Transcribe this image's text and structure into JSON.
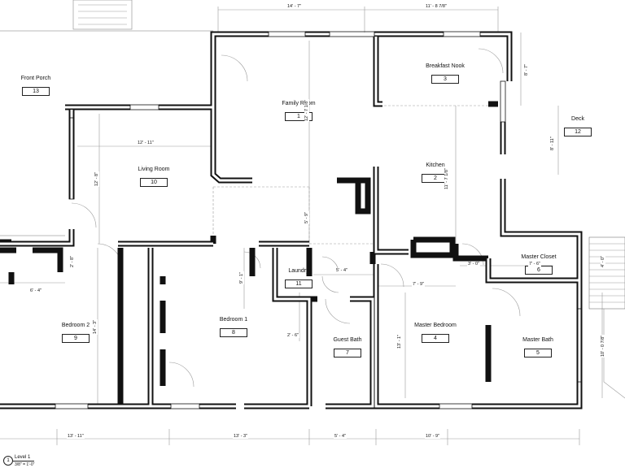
{
  "rooms": {
    "front_porch": {
      "name": "Front Porch",
      "number": "13"
    },
    "family_room": {
      "name": "Family Room",
      "number": "1"
    },
    "breakfast_nook": {
      "name": "Breakfast Nook",
      "number": "3"
    },
    "deck": {
      "name": "Deck",
      "number": "12"
    },
    "living_room": {
      "name": "Living Room",
      "number": "10"
    },
    "kitchen": {
      "name": "Kitchen",
      "number": "2"
    },
    "master_closet": {
      "name": "Master Closet",
      "number": "6"
    },
    "laundry": {
      "name": "Laundry",
      "number": "11"
    },
    "bedroom_2": {
      "name": "Bedroom 2",
      "number": "9"
    },
    "bedroom_1": {
      "name": "Bedroom 1",
      "number": "8"
    },
    "guest_bath": {
      "name": "Guest Bath",
      "number": "7"
    },
    "master_bedroom": {
      "name": "Master Bedroom",
      "number": "4"
    },
    "master_bath": {
      "name": "Master Bath",
      "number": "5"
    }
  },
  "dimensions": {
    "top_family": "14' - 7\"",
    "top_breakfast": "11' - 8 7/8\"",
    "living_width": "12' - 11\"",
    "living_height": "12' - 8\"",
    "breakfast_height": "8' - 7\"",
    "deck_height": "8' - 11\"",
    "family_height": "12' - 7 1/8\"",
    "kitchen_height": "11' - 7 1/8\"",
    "hall_height": "5' - 9\"",
    "bedroom2_closet_width": "6' - 4\"",
    "bedroom2_small": "2' - 8\"",
    "bedroom2_height": "14' - 3\"",
    "bedroom1_top": "9' - 1\"",
    "laundry_door": "2' - 6\"",
    "laundry_width": "5' - 4\"",
    "master_corridor": "7' - 9\"",
    "master_closet_a": "3' - 0\"",
    "master_closet_b": "7' - 6\"",
    "master_bedroom_height": "13' - 1\"",
    "master_bath_height": "10' - 0 7/8\"",
    "bottom_bedroom2": "13' - 11\"",
    "bottom_bedroom1": "13' - 3\"",
    "bottom_guest": "5' - 4\"",
    "bottom_master": "10' - 9\"",
    "stair_dim": "4' - 0\""
  },
  "view": {
    "number": "1",
    "title": "Level 1",
    "scale": "3/8\" = 1'-0\""
  }
}
